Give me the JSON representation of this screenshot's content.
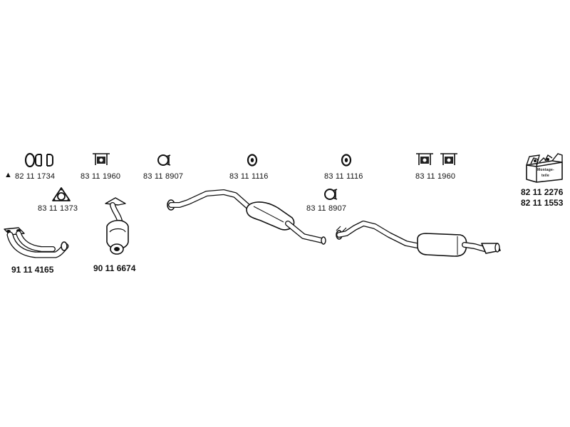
{
  "parts": {
    "rubber_mounts": "82 11 1734",
    "hanger_left": "83 11 1960",
    "clamp_left": "83 11 8907",
    "ring_left": "83 11 1116",
    "ring_right": "83 11 1116",
    "hangers_right": "83 11 1960",
    "gasket": "83 11 1373",
    "clamp_right": "83 11 8907",
    "mounting_kit_a": "82 11 2276",
    "mounting_kit_b": "82 11 1553",
    "front_pipe": "91 11 4165",
    "catalytic_converter": "90 11 6674"
  },
  "kit_box": {
    "line1": "Montage-",
    "line2": "teile"
  }
}
